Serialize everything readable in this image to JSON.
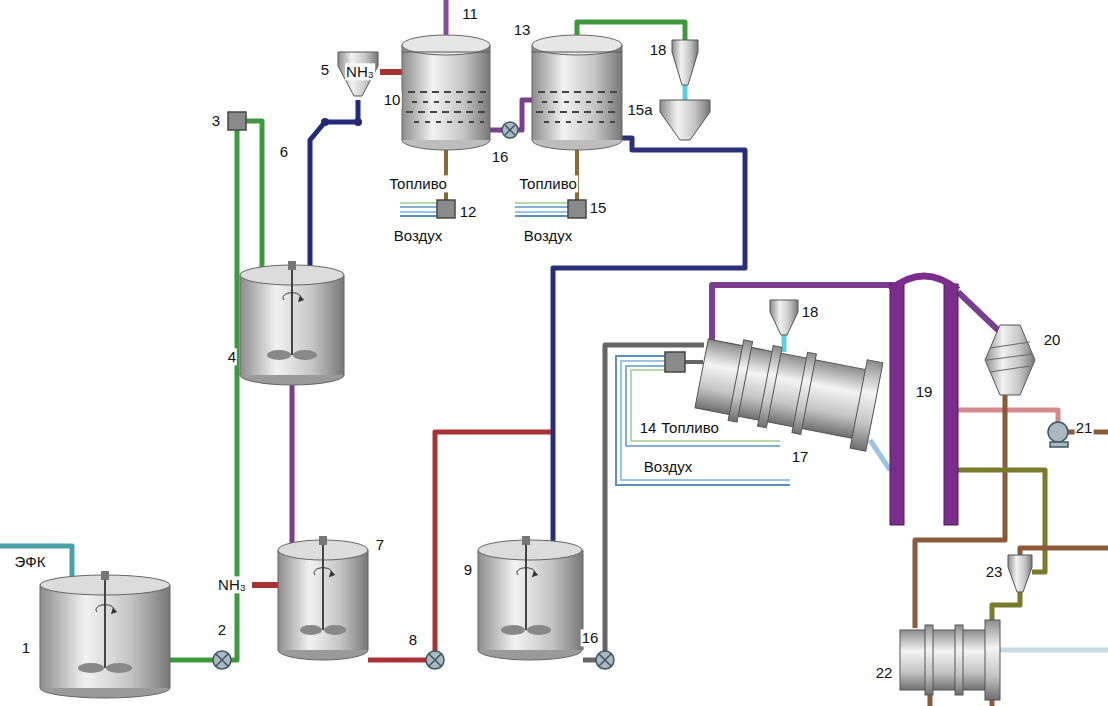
{
  "diagram": {
    "labels": [
      "11",
      "13",
      "18",
      "NH₃",
      "5",
      "10",
      "15а",
      "3",
      "16",
      "6",
      "Топливо",
      "Топливо",
      "12",
      "15",
      "Воздух",
      "Воздух",
      "18",
      "20",
      "19",
      "21",
      "14",
      "Топливо",
      "17",
      "Воздух",
      "4",
      "7",
      "ЭФК",
      "NH₃",
      "9",
      "23",
      "1",
      "2",
      "8",
      "16",
      "22"
    ]
  }
}
